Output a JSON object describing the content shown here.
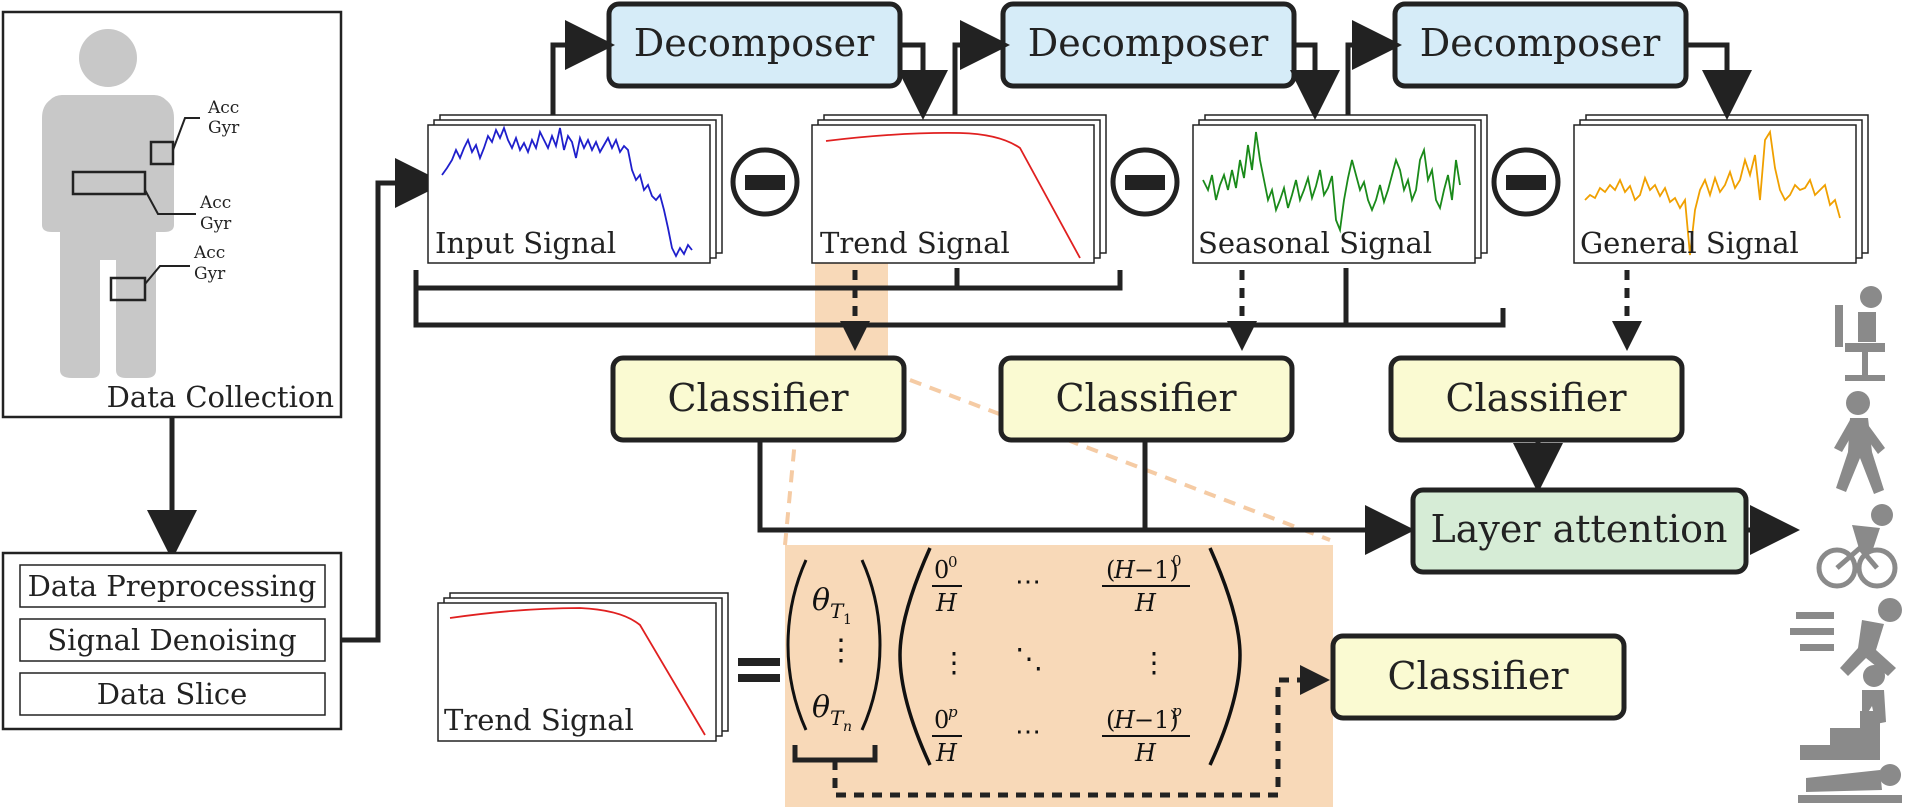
{
  "data_collection": {
    "title": "Data Collection",
    "sensors": [
      {
        "acc": "Acc",
        "gyr": "Gyr"
      },
      {
        "acc": "Acc",
        "gyr": "Gyr"
      },
      {
        "acc": "Acc",
        "gyr": "Gyr"
      }
    ]
  },
  "preprocessing": {
    "steps": [
      "Data Preprocessing",
      "Signal Denoising",
      "Data Slice"
    ]
  },
  "decomposers": [
    "Decomposer",
    "Decomposer",
    "Decomposer"
  ],
  "signals": {
    "input": "Input Signal",
    "trend": "Trend Signal",
    "seasonal": "Seasonal Signal",
    "general": "General Signal"
  },
  "colors": {
    "input": "#1f1fcc",
    "trend": "#e02020",
    "seasonal": "#1a8a1a",
    "general": "#f0a000",
    "decomposer_fill": "#d6ecf8",
    "classifier_fill": "#fafad2",
    "attention_fill": "#d6ecd6",
    "highlight": "#f8d9b8"
  },
  "classifiers": [
    "Classifier",
    "Classifier",
    "Classifier"
  ],
  "layer_attention": "Layer attention",
  "detail": {
    "trend_label": "Trend Signal",
    "classifier": "Classifier"
  },
  "icons": [
    "minus-circle-icon",
    "person-body-icon",
    "sitting-person-icon",
    "walking-person-icon",
    "cycling-person-icon",
    "running-person-icon",
    "climbing-stairs-icon",
    "lying-person-icon"
  ]
}
